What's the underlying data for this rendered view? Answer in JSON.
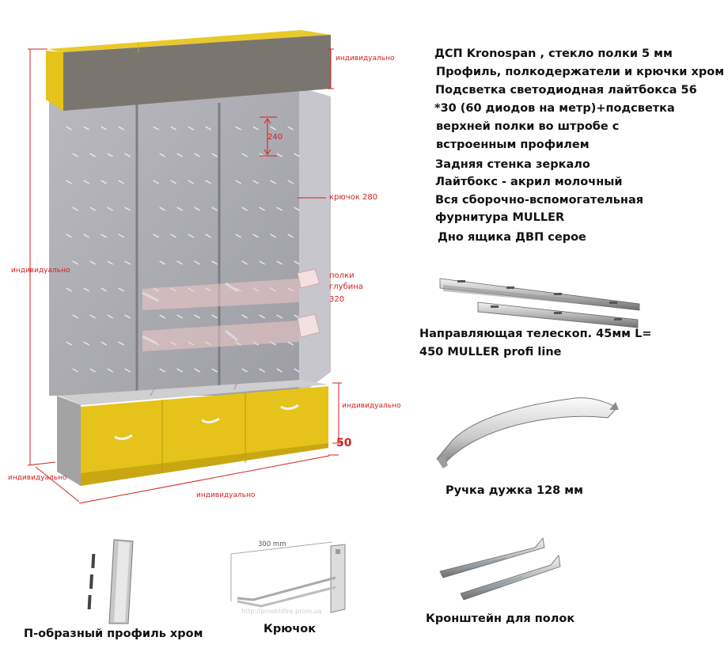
{
  "dimensions": {
    "top_width": "индивидуально",
    "total_height": "индивидуально",
    "hook_spacing": "240",
    "hook_length": "крючок 280",
    "shelf_label_1": "полки",
    "shelf_label_2": "глубина",
    "shelf_label_3": "320",
    "box_height": "индивидуально",
    "box_width": "индивидуально",
    "box_depth": "индивидуально",
    "plinth": "50"
  },
  "specs": [
    "ДСП Kronospan , стекло полки 5 мм",
    "Профиль, полкодержатели и крючки хром",
    "Подсветка светодиодная лайтбокса 56",
    "*30 (60 диодов на метр)+подсветка",
    "верхней полки во штробе с",
    "встроенным профилем",
    "Задняя стенка зеркало",
    "Лайтбокс - акрил молочный",
    "Вся сборочно-вспомогательная",
    "фурнитура MULLER",
    "Дно ящика ДВП серое"
  ],
  "parts": {
    "slide_caption_1": "Направляющая телескоп. 45мм L=",
    "slide_caption_2": "450 MULLER profi line",
    "handle_caption": "Ручка дужка 128 мм",
    "profile_caption": "П-образный профиль хром",
    "hook_caption": "Крючок",
    "hook_dim": "300 mm",
    "bracket_caption": "Кронштейн для полок"
  },
  "colors": {
    "yellow": "#e6c31a",
    "gray_panel": "#a9a9b0",
    "dim_red": "#d42020"
  }
}
